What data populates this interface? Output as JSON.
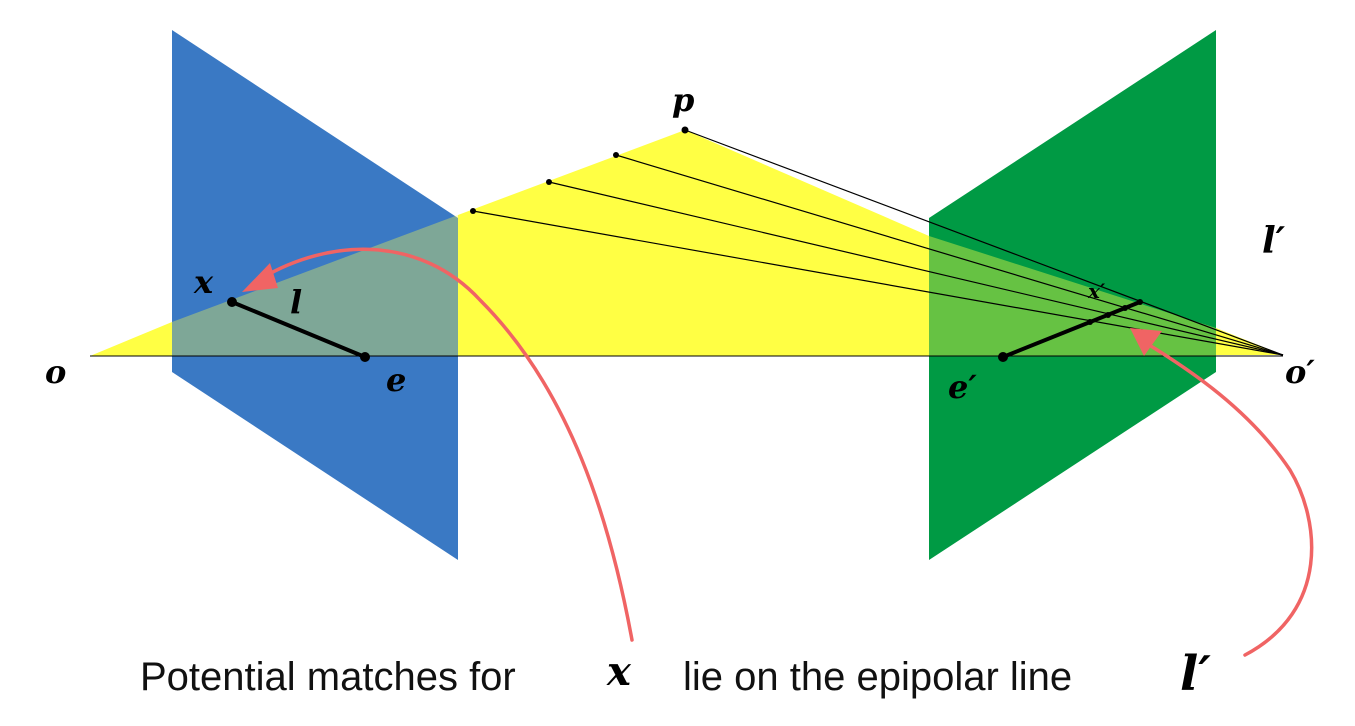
{
  "labels": {
    "p": "p",
    "x": "x",
    "l": "l",
    "o": "o",
    "e": "e",
    "e_prime": "e′",
    "o_prime": "o′",
    "x_prime": "x′",
    "l_prime": "l′"
  },
  "caption": {
    "before": "Potential matches for",
    "var_x": "x",
    "middle": "lie on the epipolar line",
    "var_l": "l′"
  },
  "colors": {
    "left_image_plane": "#3a79c4",
    "right_image_plane": "#009a44",
    "epipolar_plane": "#ffff44",
    "annotation_arrow": "#f06464",
    "line": "#000000"
  }
}
